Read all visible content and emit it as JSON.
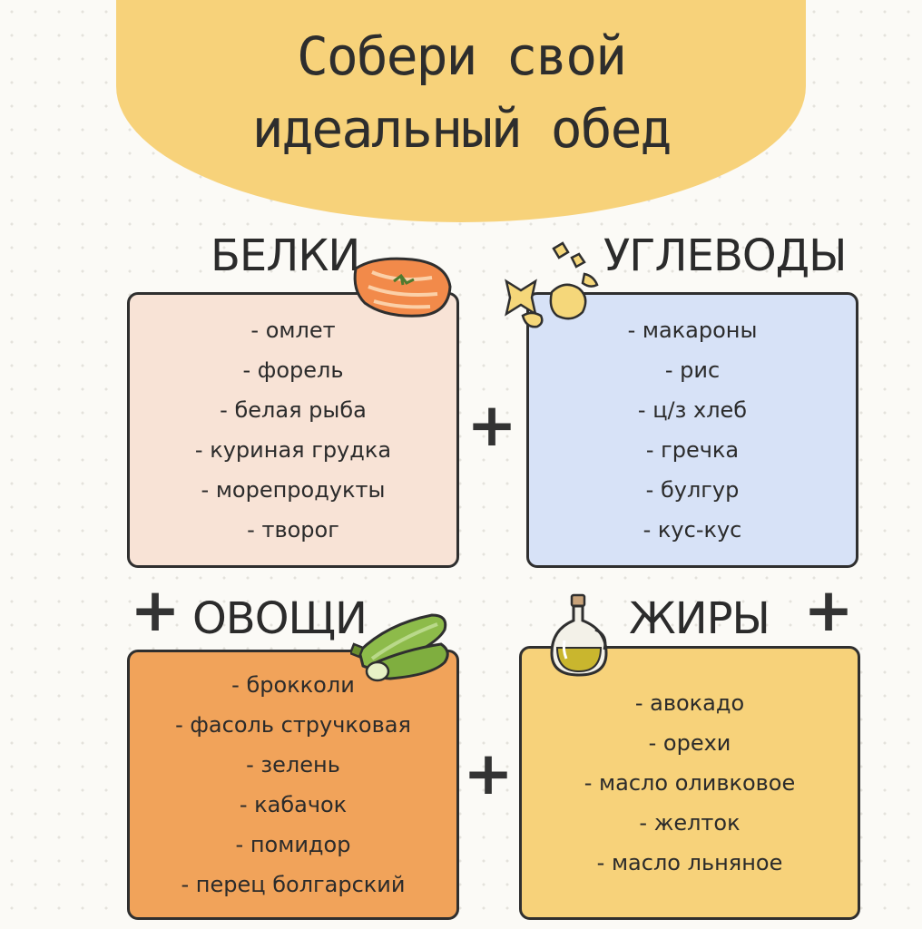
{
  "title": {
    "line1": "Собери свой",
    "line2": "идеальный обед"
  },
  "colors": {
    "banner": "#f7d27a",
    "proteins_card": "#f8e3d6",
    "carbs_card": "#d7e2f7",
    "vegetables_card": "#f1a35a",
    "fats_card": "#f7d27a"
  },
  "groups": {
    "proteins": {
      "heading": "БЕЛКИ",
      "icon": "salmon-fillet-icon",
      "items": [
        "омлет",
        "форель",
        "белая рыба",
        "куриная грудка",
        "морепродукты",
        "творог"
      ]
    },
    "carbs": {
      "heading": "УГЛЕВОДЫ",
      "icon": "pasta-icon",
      "items": [
        "макароны",
        "рис",
        "ц/з хлеб",
        "гречка",
        "булгур",
        "кус-кус"
      ]
    },
    "vegetables": {
      "heading": "ОВОЩИ",
      "icon": "zucchini-icon",
      "items": [
        "брокколи",
        "фасоль стручковая",
        "зелень",
        "кабачок",
        "помидор",
        "перец болгарский"
      ]
    },
    "fats": {
      "heading": "ЖИРЫ",
      "icon": "olive-oil-bottle-icon",
      "items": [
        "авокадо",
        "орехи",
        "масло оливковое",
        "желток",
        "масло льняное"
      ]
    }
  },
  "plus_sign": "+"
}
